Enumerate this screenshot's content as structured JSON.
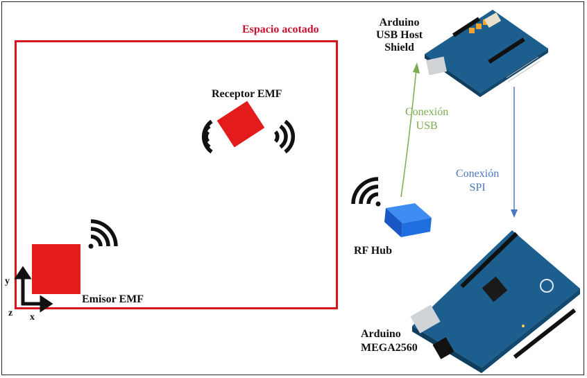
{
  "space": {
    "title": "Espacio acotado"
  },
  "receptor": {
    "label": "Receptor EMF"
  },
  "emisor": {
    "label": "Emisor EMF"
  },
  "rf_hub": {
    "label": "RF Hub"
  },
  "usb_host": {
    "label_line1": "Arduino",
    "label_line2": "USB Host",
    "label_line3": "Shield"
  },
  "mega": {
    "label_line1": "Arduino",
    "label_line2": "MEGA2560"
  },
  "connections": {
    "usb_line1": "Conexión",
    "usb_line2": "USB",
    "spi_line1": "Conexión",
    "spi_line2": "SPI"
  },
  "axes": {
    "x": "x",
    "y": "y",
    "z": "z"
  },
  "colors": {
    "space_border": "#d9141b",
    "emf_block": "#e41b1b",
    "usb_connection": "#7aab4f",
    "spi_connection": "#4a78c0",
    "hub_block": "#1f6fe0",
    "arduino_board": "#1c5f8f"
  },
  "icons": [
    "wifi-signal-icon",
    "cube-icon",
    "arduino-board-icon"
  ]
}
